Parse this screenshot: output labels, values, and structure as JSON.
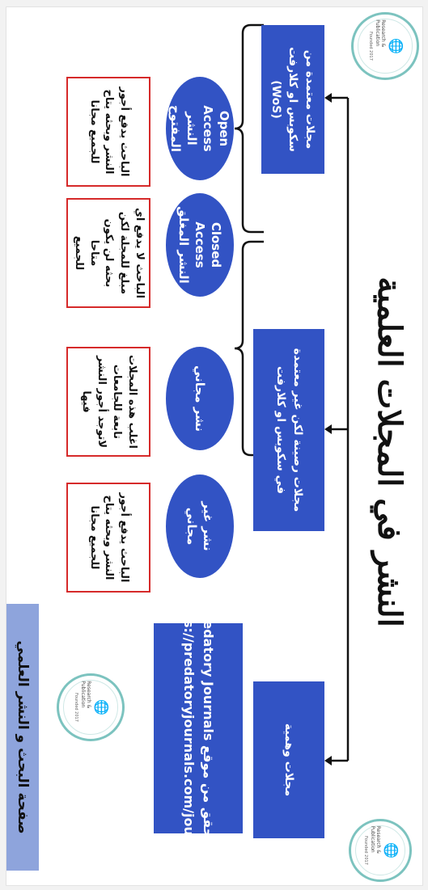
{
  "title": "النشر في المجلات العلمية",
  "top_boxes": [
    {
      "text": "مجلات معتمدة من سكوبس او كلارفت (WoS)"
    },
    {
      "text": "مجلات رصينة لكن غير معتمدة في سكوبس او كلارفت"
    },
    {
      "text": "مجلات وهمية"
    }
  ],
  "predatory_box": {
    "text": "التحقق من موقع Predatory Journals https://predatoryjournals.com/journals/"
  },
  "circles": [
    {
      "text": "Open\nAccess\nالنشر\nالمفتوح"
    },
    {
      "text": "Closed\nAccess\nالنشر المغلق"
    },
    {
      "text": "نشر مجاني"
    },
    {
      "text": "نشر غير\nمجاني"
    }
  ],
  "notes": [
    {
      "text": "الباحث يدفع أجور\nالنشر وبحثه يتاح\nللجميع مجانا"
    },
    {
      "text": "الباحث لا يدفع اي\nمبلغ للمجلة لكن\nبحثه لن يكون متاحا\nللجميع"
    },
    {
      "text": "اغلب هذه المجلات\nتابعة للجامعات\nلاتوجد أجور النشر\nفيها"
    },
    {
      "text": "الباحث يدفع أجور\nالنشر وبحثه يتاح\nللجميع مجانا"
    }
  ],
  "seal": {
    "line1": "Research & Publication",
    "line2": "Founded 2017"
  },
  "footer": "صفحة البحث و النشر العلمي",
  "colors": {
    "blue": "#3253c4",
    "red": "#d62a2a",
    "footer": "#8ea4dc",
    "seal": "#7cc3bf"
  }
}
